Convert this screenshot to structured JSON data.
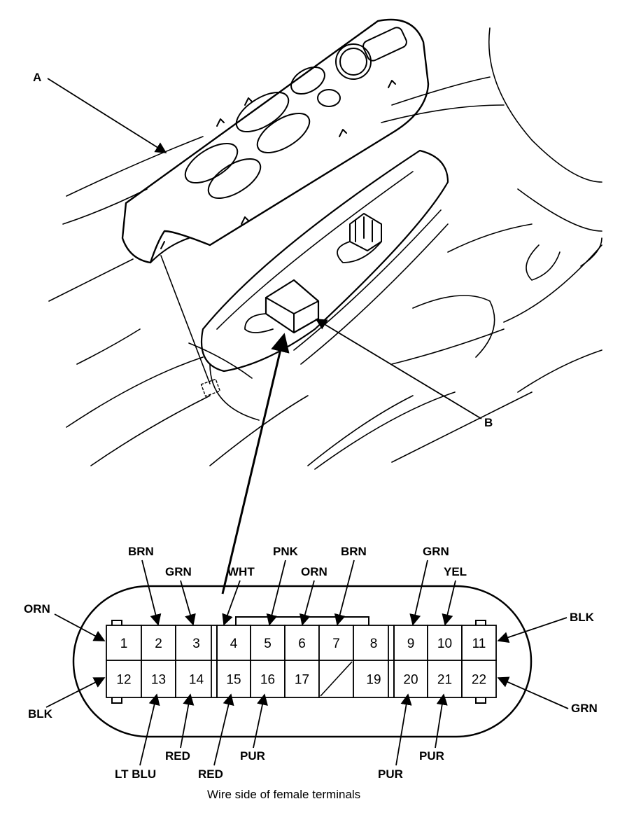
{
  "callouts": {
    "a": "A",
    "b": "B"
  },
  "caption": "Wire side of female terminals",
  "connector": {
    "top_row": [
      "1",
      "2",
      "3",
      "4",
      "5",
      "6",
      "7",
      "8",
      "9",
      "10",
      "11"
    ],
    "bottom_row": [
      "12",
      "13",
      "14",
      "15",
      "16",
      "17",
      "",
      "19",
      "20",
      "21",
      "22"
    ]
  },
  "wires": {
    "orn_1": "ORN",
    "brn_2": "BRN",
    "grn_3": "GRN",
    "wht_4": "WHT",
    "pnk_5": "PNK",
    "orn_6": "ORN",
    "brn_7": "BRN",
    "grn_9": "GRN",
    "yel_10": "YEL",
    "blk_11": "BLK",
    "blk_12": "BLK",
    "ltblu_13": "LT BLU",
    "red_14": "RED",
    "red_15": "RED",
    "pur_16": "PUR",
    "pur_20": "PUR",
    "pur_21": "PUR",
    "grn_22": "GRN"
  }
}
